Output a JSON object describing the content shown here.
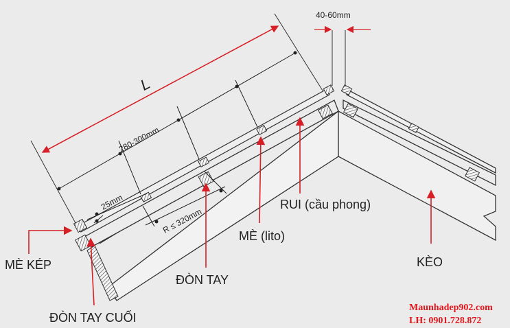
{
  "labels": {
    "L": "L",
    "gap": "40-60mm",
    "spacing": "280-300mm",
    "w25": "25mm",
    "r320": "R ≤ 320mm",
    "rui": "RUI (cầu phong)",
    "me_lito": "MÈ (lito)",
    "me_kep": "MÈ KÉP",
    "don_tay": "ĐÒN TAY",
    "don_tay_cuoi": "ĐÒN TAY CUỐI",
    "keo": "KÈO"
  },
  "watermark": {
    "site": "Maunhadep902.com",
    "phone": "LH: 0901.728.872"
  },
  "colors": {
    "arrow": "#d61f26",
    "line": "#333333",
    "background": "#ebebeb",
    "watermark": "#e3161c"
  }
}
